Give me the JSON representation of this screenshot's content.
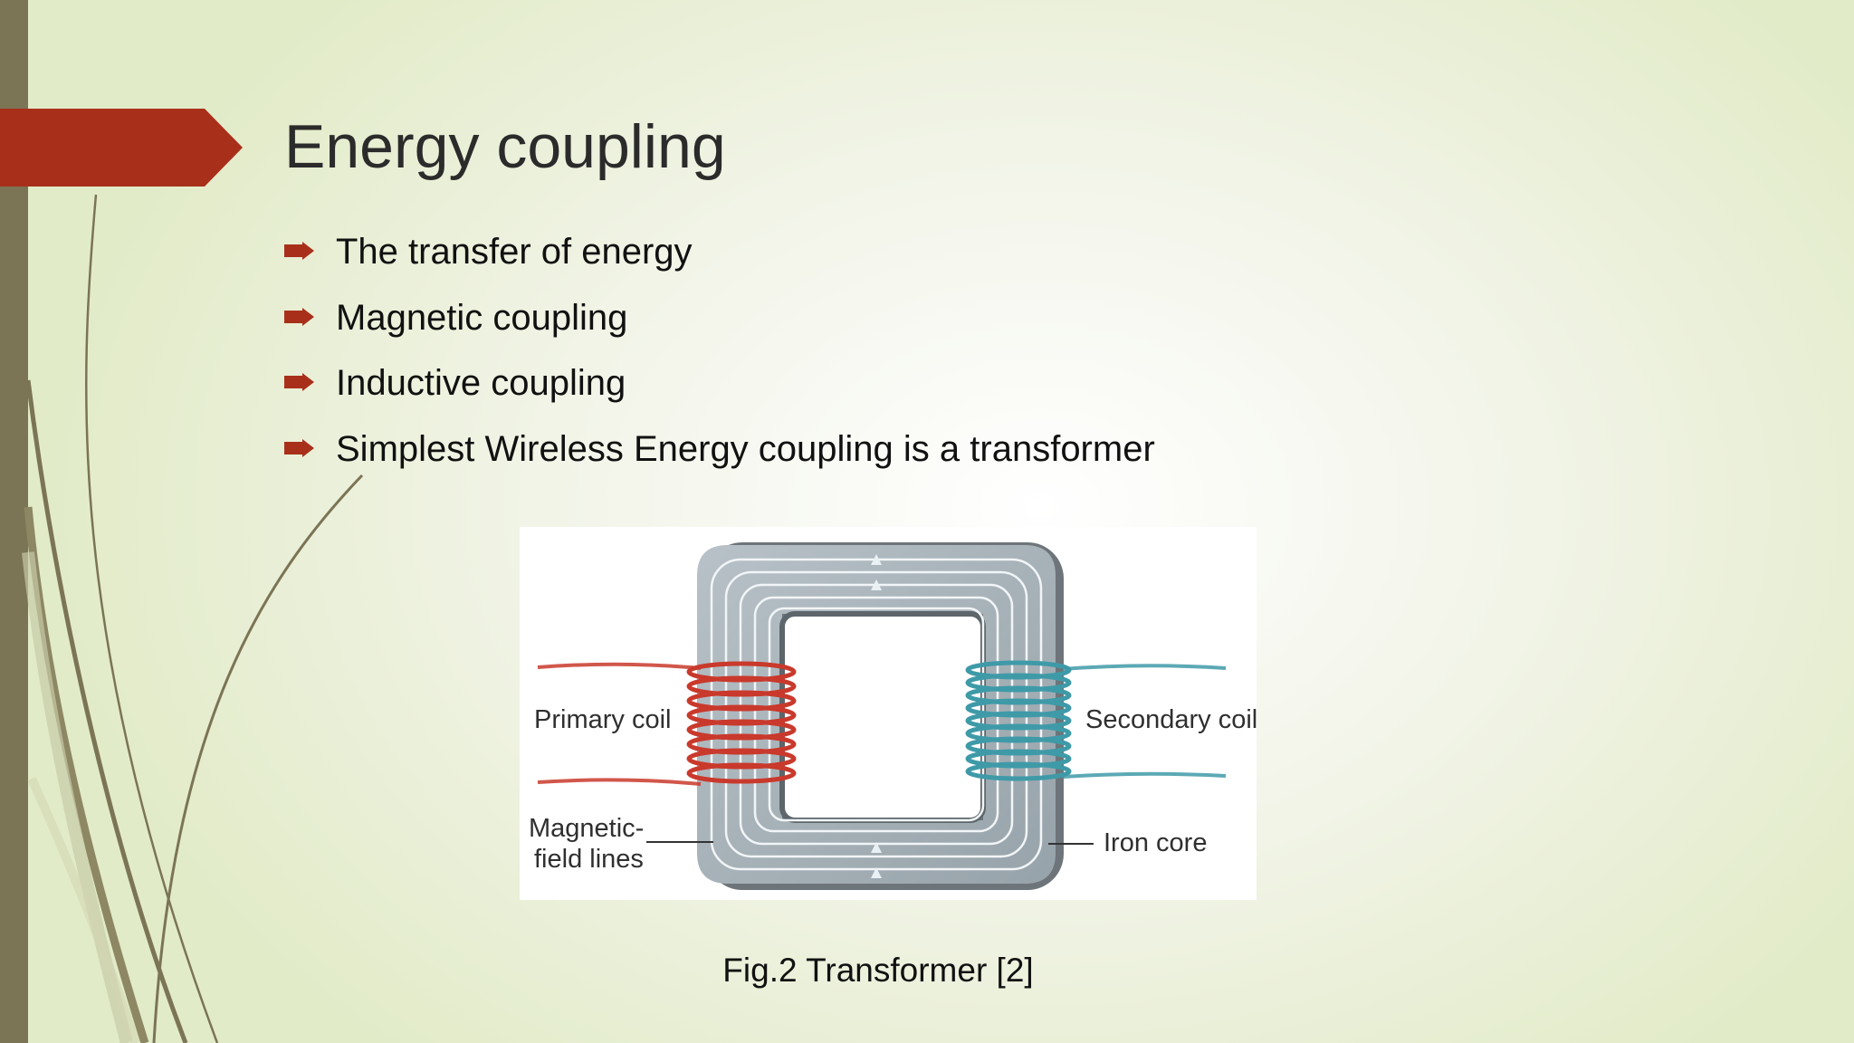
{
  "slide": {
    "title": "Energy coupling",
    "bullets": [
      "The transfer of energy",
      "Magnetic coupling",
      "Inductive coupling",
      "Simplest Wireless Energy coupling is a transformer"
    ],
    "figure": {
      "labels": {
        "primary_coil": "Primary coil",
        "secondary_coil": "Secondary coil",
        "magnetic_field_line1": "Magnetic-",
        "magnetic_field_line2": "field lines",
        "iron_core": "Iron core"
      }
    },
    "caption": "Fig.2 Transformer [2]"
  },
  "colors": {
    "accent": "#a8301a",
    "sidebar": "#7b7455",
    "primary_coil": "#c9392c",
    "secondary_coil": "#3f9aa8",
    "core": "#a9b4bb"
  }
}
